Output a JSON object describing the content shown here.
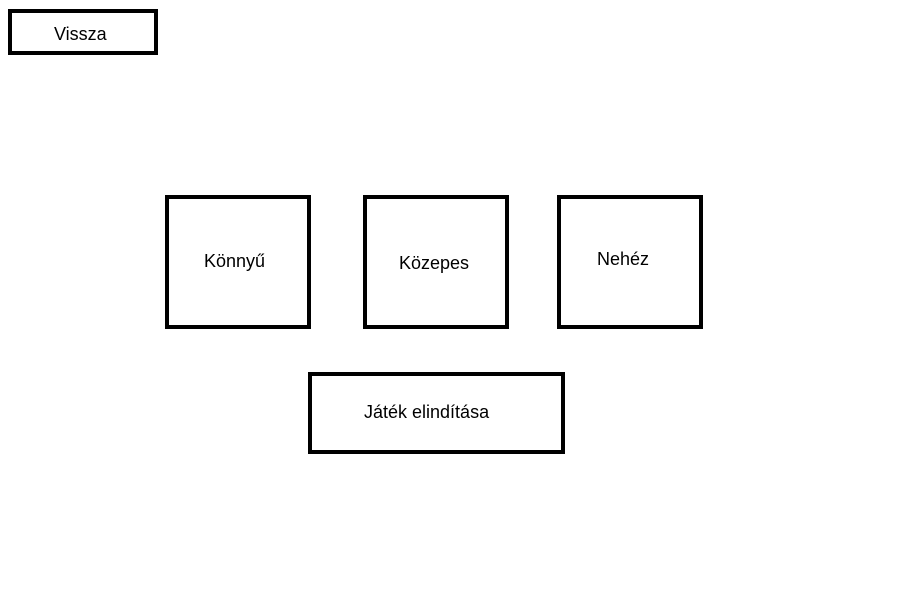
{
  "back": {
    "label": "Vissza"
  },
  "difficulty": {
    "options": [
      {
        "label": "Könnyű"
      },
      {
        "label": "Közepes"
      },
      {
        "label": "Nehéz"
      }
    ]
  },
  "start": {
    "label": "Játék elindítása"
  }
}
